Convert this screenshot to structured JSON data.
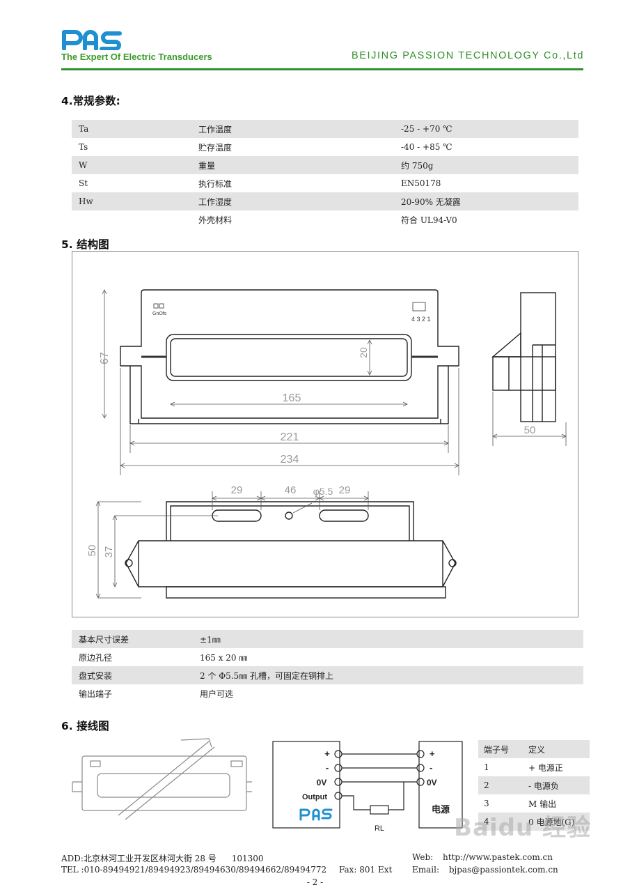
{
  "header": {
    "logo_text": "PAS",
    "tagline": "The Expert Of Electric Transducers",
    "company": "BEIJING PASSION TECHNOLOGY Co.,Ltd",
    "brand_color": "#2f8f2a",
    "logo_color": "#1e8fd0"
  },
  "section4": {
    "title": "4.常规参数:",
    "rows": [
      {
        "symbol": "Ta",
        "name": "工作温度",
        "value": "-25 - +70 ℃"
      },
      {
        "symbol": "Ts",
        "name": "贮存温度",
        "value": "-40 - +85 ℃"
      },
      {
        "symbol": "W",
        "name": "重量",
        "value": "约 750g"
      },
      {
        "symbol": "St",
        "name": "执行标准",
        "value": "EN50178"
      },
      {
        "symbol": "Hw",
        "name": "工作湿度",
        "value": "20-90% 无凝露"
      },
      {
        "symbol": "",
        "name": "外壳材料",
        "value": "符合 UL94-V0"
      }
    ]
  },
  "section5": {
    "title": "5. 结构图",
    "drawing_labels": {
      "gain_ofs": "GnOfs",
      "terminals": "4 3 2 1",
      "dim_67": "67",
      "dim_20": "20",
      "dim_165": "165",
      "dim_221": "221",
      "dim_234": "234",
      "dim_50_side": "50",
      "dim_29_left": "29",
      "dim_46": "46",
      "dim_phi55": "φ5.5",
      "dim_29_right": "29",
      "dim_50_bottom": "50",
      "dim_37": "37"
    },
    "rows": [
      {
        "name": "基本尺寸误差",
        "value": "±1㎜"
      },
      {
        "name": "原边孔径",
        "value": "165 x 20 ㎜"
      },
      {
        "name": "盘式安装",
        "value": "2 个 Φ5.5㎜ 孔槽，可固定在铜排上"
      },
      {
        "name": "输出端子",
        "value": "用户可选"
      }
    ]
  },
  "section6": {
    "title": "6. 接线图",
    "circuit": {
      "plus": "+",
      "minus": "-",
      "zero_v": "0V",
      "output": "Output",
      "supply": "电源",
      "load": "RL",
      "logo_text": "PAS"
    },
    "terminal_table": {
      "headers": [
        "端子号",
        "定义"
      ],
      "rows": [
        {
          "no": "1",
          "def": "+ 电源正"
        },
        {
          "no": "2",
          "def": "- 电源负"
        },
        {
          "no": "3",
          "def": "M 输出"
        },
        {
          "no": "4",
          "def": "0 电源地(G)"
        }
      ]
    }
  },
  "footer": {
    "address": "ADD:北京林河工业开发区林河大街 28 号",
    "postcode": "101300",
    "tel": "TEL :010-89494921/89494923/89494630/89494662/89494772",
    "fax": "Fax: 801 Ext",
    "web_label": "Web:",
    "web": "http://www.pastek.com.cn",
    "email_label": "Email:",
    "email": "bjpas@passiontek.com.cn",
    "page": "- 2 -"
  },
  "watermark": "Baidu 经验"
}
